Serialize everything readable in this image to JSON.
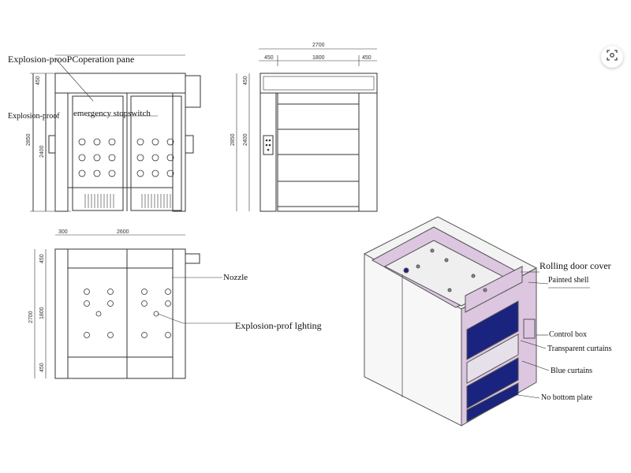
{
  "labels": {
    "operation_panel": "Explosion-prooPCoperation pane",
    "explosion_proof": "Explosion-proof",
    "emergency_stop": "emergency stopswitch",
    "nozzle": "Nozzle",
    "lighting": "Explosion-prof lghting",
    "rolling_door_cover": "Rolling door cover",
    "painted_shell": "Painted shell",
    "control_box": "Control box",
    "transparent_curtains": "Transparent curtains",
    "blue_curtains": "Blue curtains",
    "no_bottom_plate": "No bottom plate"
  },
  "dimensions": {
    "front": {
      "top_height": "450",
      "height_2400": "2400",
      "height_2850": "2850"
    },
    "side": {
      "width_total": "2700",
      "left": "450",
      "mid": "1800",
      "right": "450",
      "top_height": "450",
      "height_2400": "2400",
      "height_2850": "2850"
    },
    "plan": {
      "left": "300",
      "width": "2600",
      "top": "450",
      "mid": "1800",
      "bottom": "450",
      "total": "2700"
    }
  },
  "icons": {
    "zoom": "lens-icon"
  },
  "colors": {
    "line": "#333333",
    "blue_curtain": "#1a237e",
    "purple_frame": "#dcc6e0"
  }
}
